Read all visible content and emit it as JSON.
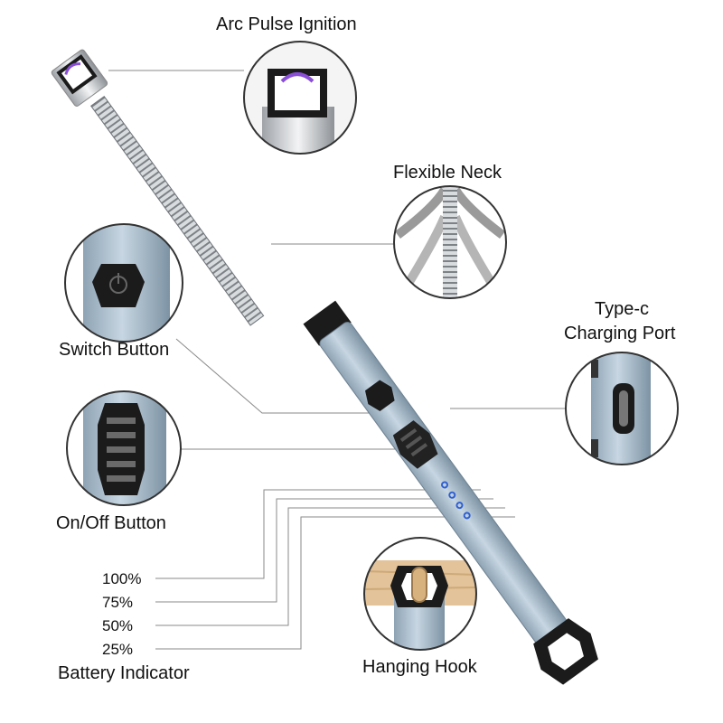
{
  "labels": {
    "arc_pulse_ignition": "Arc Pulse Ignition",
    "flexible_neck": "Flexible Neck",
    "type_c_line1": "Type-c",
    "type_c_line2": "Charging Port",
    "switch_button": "Switch Button",
    "on_off_button": "On/Off Button",
    "hanging_hook": "Hanging Hook",
    "battery_indicator": "Battery Indicator"
  },
  "battery_levels": [
    "100%",
    "75%",
    "50%",
    "25%"
  ],
  "colors": {
    "body": "#a9bccb",
    "body_dark": "#7f95a6",
    "metal": "#c9cdd1",
    "arc": "#8a4fd6",
    "led": "#2f5fd0",
    "black": "#1b1b1b",
    "wood": "#e2c39a",
    "line": "#8a8a8a"
  }
}
